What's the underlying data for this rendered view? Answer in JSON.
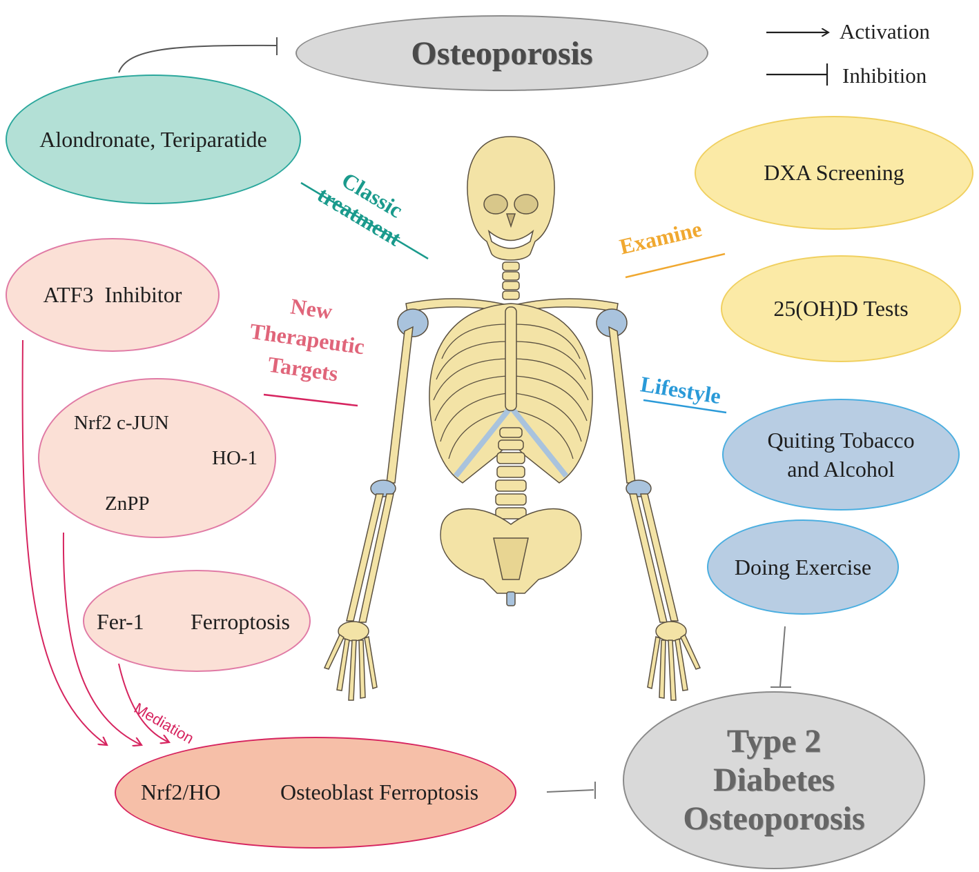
{
  "legend": {
    "activation": "Activation",
    "inhibition": "Inhibition"
  },
  "nodes": {
    "osteoporosis": "Osteoporosis",
    "classic_drugs": "Alondronate, Teriparatide",
    "atf3": "ATF3  Inhibitor",
    "nrf2_cjun": "Nrf2 c-JUN",
    "ho1": "HO-1",
    "znpp": "ZnPP",
    "fer1": "Fer-1",
    "ferroptosis": "Ferroptosis",
    "nrf2_ho": "Nrf2/HO",
    "osteoblast_ferroptosis": "Osteoblast Ferroptosis",
    "dxa": "DXA Screening",
    "vitd": "25(OH)D Tests",
    "tobacco_line1": "Quiting Tobacco",
    "tobacco_line2": "and Alcohol",
    "exercise": "Doing Exercise",
    "t2d_line1": "Type 2",
    "t2d_line2": "Diabetes",
    "t2d_line3": "Osteoporosis"
  },
  "categories": {
    "classic_line1": "Classic",
    "classic_line2": "treatment",
    "new_line1": "New",
    "new_line2": "Therapeutic",
    "new_line3": "Targets",
    "examine": "Examine",
    "lifestyle": "Lifestyle",
    "mediation": "Mediation"
  },
  "colors": {
    "grey_fill": "#d9d9d9",
    "grey_stroke": "#8a8a8a",
    "teal_fill": "#b3e0d6",
    "teal_stroke": "#2aa79c",
    "pink_fill": "#fbe0d6",
    "pink_stroke": "#e07aa5",
    "salmon_fill": "#f6bfa8",
    "crimson": "#d6245f",
    "yellow_fill": "#fbeaa6",
    "yellow_stroke": "#f0d060",
    "blue_fill": "#b8cde3",
    "blue_stroke": "#4aaee0",
    "classic_color": "#1a9a8c",
    "new_color": "#e0657a",
    "examine_color": "#f0a830",
    "lifestyle_color": "#2a9ad8",
    "bone_fill": "#f3e3a6",
    "cartilage_fill": "#a9c3dd"
  }
}
